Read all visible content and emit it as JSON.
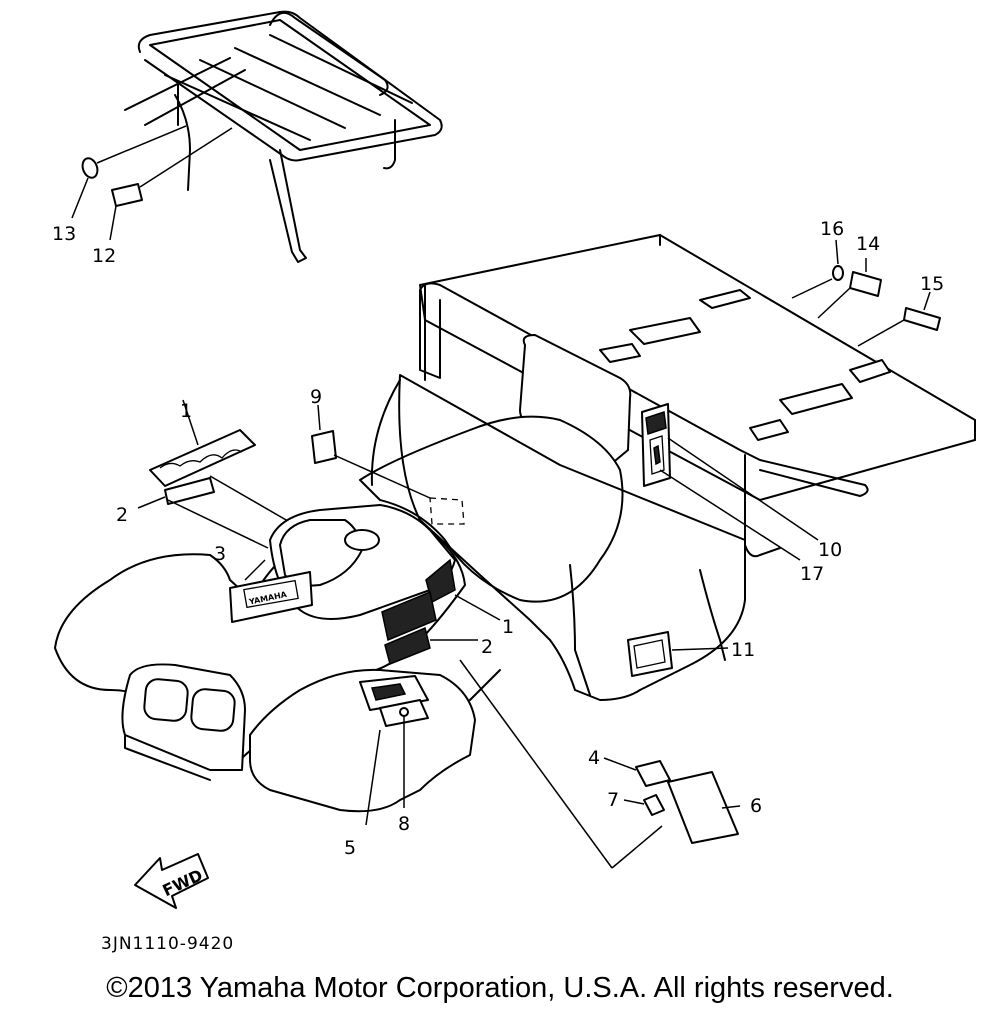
{
  "diagram": {
    "callouts": [
      {
        "id": "c1a",
        "label": "1"
      },
      {
        "id": "c2a",
        "label": "2"
      },
      {
        "id": "c3",
        "label": "3"
      },
      {
        "id": "c1b",
        "label": "1"
      },
      {
        "id": "c2b",
        "label": "2"
      },
      {
        "id": "c4",
        "label": "4"
      },
      {
        "id": "c5",
        "label": "5"
      },
      {
        "id": "c6",
        "label": "6"
      },
      {
        "id": "c7",
        "label": "7"
      },
      {
        "id": "c8",
        "label": "8"
      },
      {
        "id": "c9",
        "label": "9"
      },
      {
        "id": "c10",
        "label": "10"
      },
      {
        "id": "c11",
        "label": "11"
      },
      {
        "id": "c12",
        "label": "12"
      },
      {
        "id": "c13",
        "label": "13"
      },
      {
        "id": "c14",
        "label": "14"
      },
      {
        "id": "c15",
        "label": "15"
      },
      {
        "id": "c16",
        "label": "16"
      },
      {
        "id": "c17",
        "label": "17"
      }
    ],
    "direction_arrow": "FWD",
    "emblem_text": "YAMAHA",
    "drawing_code": "3JN1110-9420"
  },
  "footer": {
    "copyright": "©2013 Yamaha Motor Corporation, U.S.A. All rights reserved."
  }
}
